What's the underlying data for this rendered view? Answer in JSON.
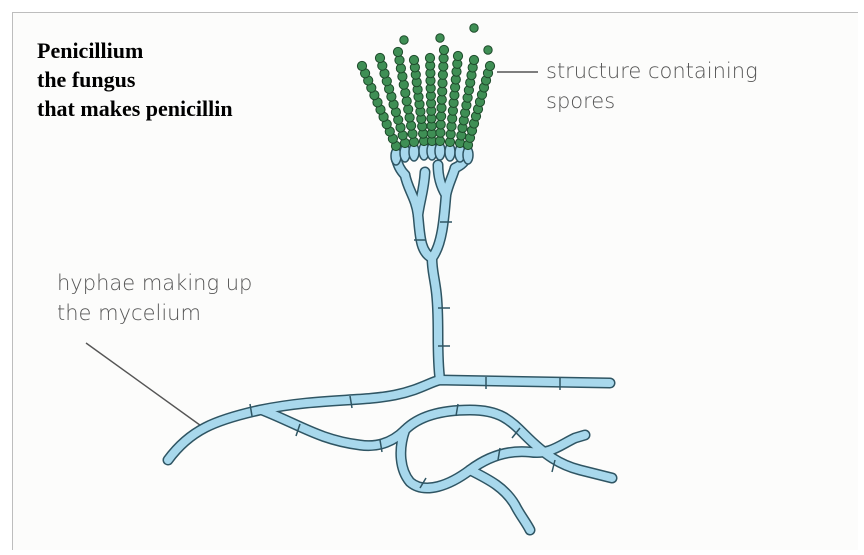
{
  "title": {
    "lines": [
      "Penicillium",
      "the fungus",
      "that makes penicillin"
    ]
  },
  "labels": {
    "spores": {
      "lines": [
        "structure containing",
        "spores"
      ]
    },
    "hyphae": {
      "lines": [
        "hyphae making up",
        "the mycelium"
      ]
    }
  },
  "colors": {
    "hypha_fill": "#a8d8ec",
    "hypha_outline": "#2f5563",
    "spore_fill": "#3f8f55",
    "spore_outline": "#1d4a2a",
    "text_label": "#555555",
    "title_text": "#000000"
  }
}
